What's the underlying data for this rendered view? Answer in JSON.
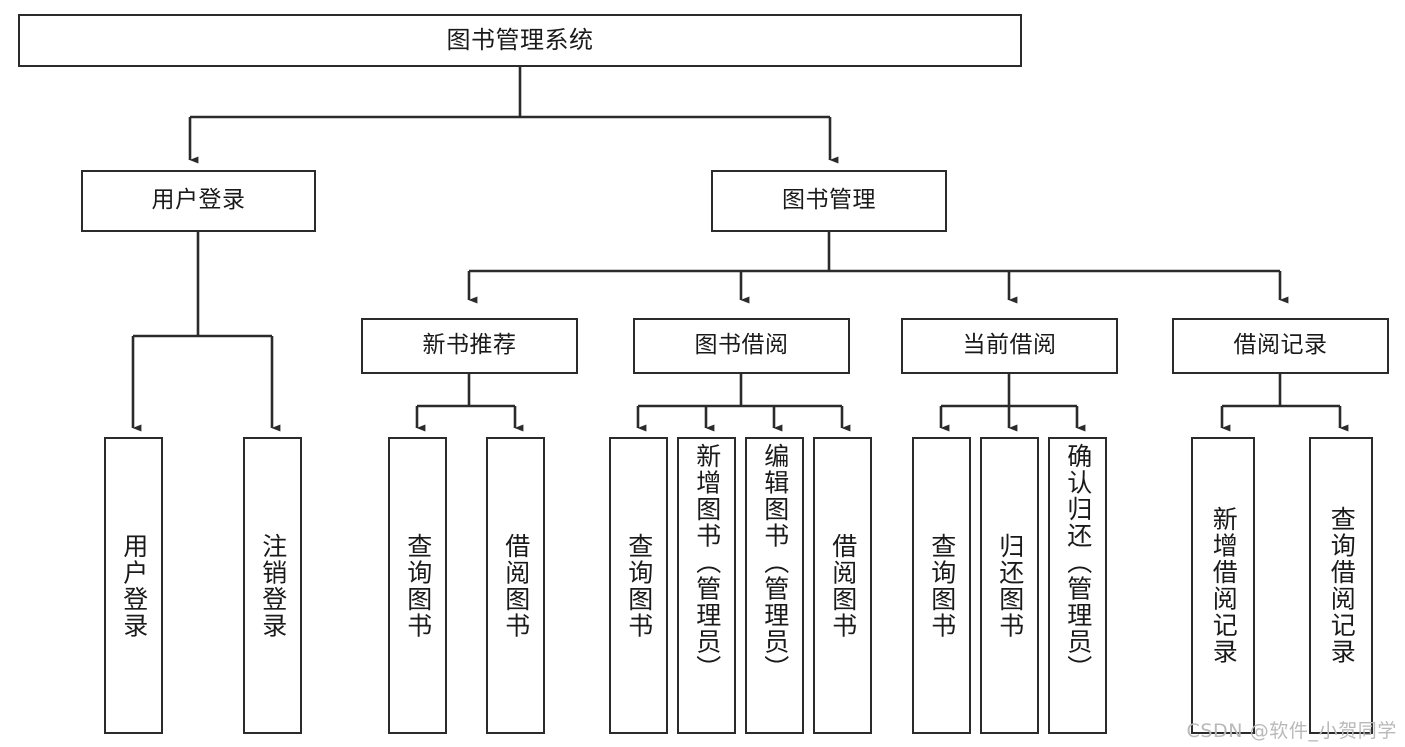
{
  "diagram": {
    "type": "tree",
    "title": "图书管理系统",
    "orientation": "top-down",
    "line_color": "#2b2b2b",
    "box_fill": "#ffffff",
    "text_color": "#1a1a1a",
    "levels": 4,
    "nodes": {
      "root": {
        "label": "图书管理系统",
        "level": 1
      },
      "l2_user_login": {
        "label": "用户登录",
        "level": 2
      },
      "l2_book_mgmt": {
        "label": "图书管理",
        "level": 2
      },
      "l3_new_book_rec": {
        "label": "新书推荐",
        "level": 3
      },
      "l3_book_borrow": {
        "label": "图书借阅",
        "level": 3
      },
      "l3_current_borrow": {
        "label": "当前借阅",
        "level": 3
      },
      "l3_borrow_record": {
        "label": "借阅记录",
        "level": 3
      },
      "l4_user_login": {
        "label": "用户登录",
        "level": 4
      },
      "l4_logout_login": {
        "label": "注销登录",
        "level": 4
      },
      "l4_query_book_a": {
        "label": "查询图书",
        "level": 4
      },
      "l4_borrow_book_a": {
        "label": "借阅图书",
        "level": 4
      },
      "l4_query_book_b": {
        "label": "查询图书",
        "level": 4
      },
      "l4_add_book": {
        "label": "新增图书（管理员）",
        "level": 4
      },
      "l4_edit_book": {
        "label": "编辑图书（管理员）",
        "level": 4
      },
      "l4_borrow_book_b": {
        "label": "借阅图书",
        "level": 4
      },
      "l4_query_book_c": {
        "label": "查询图书",
        "level": 4
      },
      "l4_return_book": {
        "label": "归还图书",
        "level": 4
      },
      "l4_confirm_return": {
        "label": "确认归还（管理员）",
        "level": 4
      },
      "l4_add_record": {
        "label": "新增借阅记录",
        "level": 4
      },
      "l4_query_record": {
        "label": "查询借阅记录",
        "level": 4
      }
    }
  },
  "watermark": {
    "text": "CSDN @软件_小贺同学"
  }
}
